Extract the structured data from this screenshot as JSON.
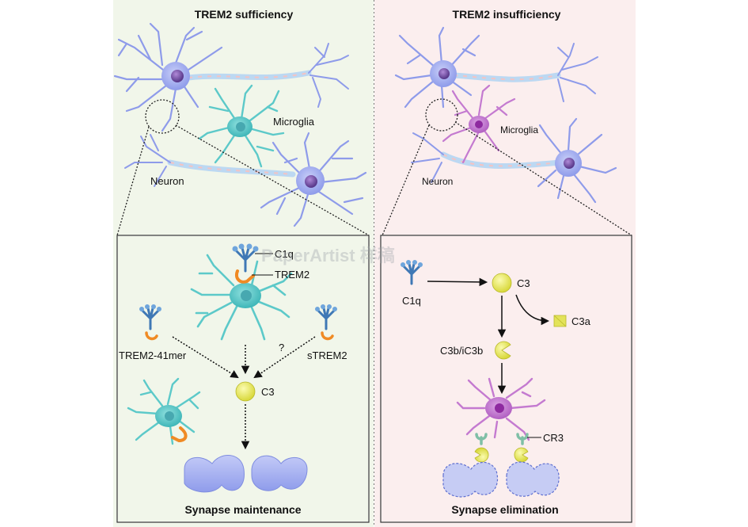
{
  "left": {
    "title": "TREM2 sufficiency",
    "neuron_label": "Neuron",
    "microglia_label": "Microglia",
    "inset": {
      "c1q_label": "C1q",
      "trem2_label": "TREM2",
      "trem2_41mer_label": "TREM2-41mer",
      "strem2_label": "sTREM2",
      "question_mark": "?",
      "c3_label": "C3",
      "caption": "Synapse maintenance"
    }
  },
  "right": {
    "title": "TREM2 insufficiency",
    "neuron_label": "Neuron",
    "microglia_label": "Microglia",
    "inset": {
      "c1q_label": "C1q",
      "c3_label": "C3",
      "c3a_label": "C3a",
      "c3b_label": "C3b/iC3b",
      "cr3_label": "CR3",
      "caption": "Synapse elimination"
    }
  },
  "watermark": "PaperArtist 样稿",
  "colors": {
    "left_bg": "#f1f6ea",
    "right_bg": "#fbeeee",
    "neuron": "#9aa6f0",
    "neuron_outline": "#6f7fd8",
    "microglia_healthy": "#5cc9c9",
    "microglia_active": "#c47ad0",
    "c1q": "#3f78b5",
    "trem2": "#f08a24",
    "c3": "#e3e35a",
    "synapse": "#aab4f2"
  }
}
